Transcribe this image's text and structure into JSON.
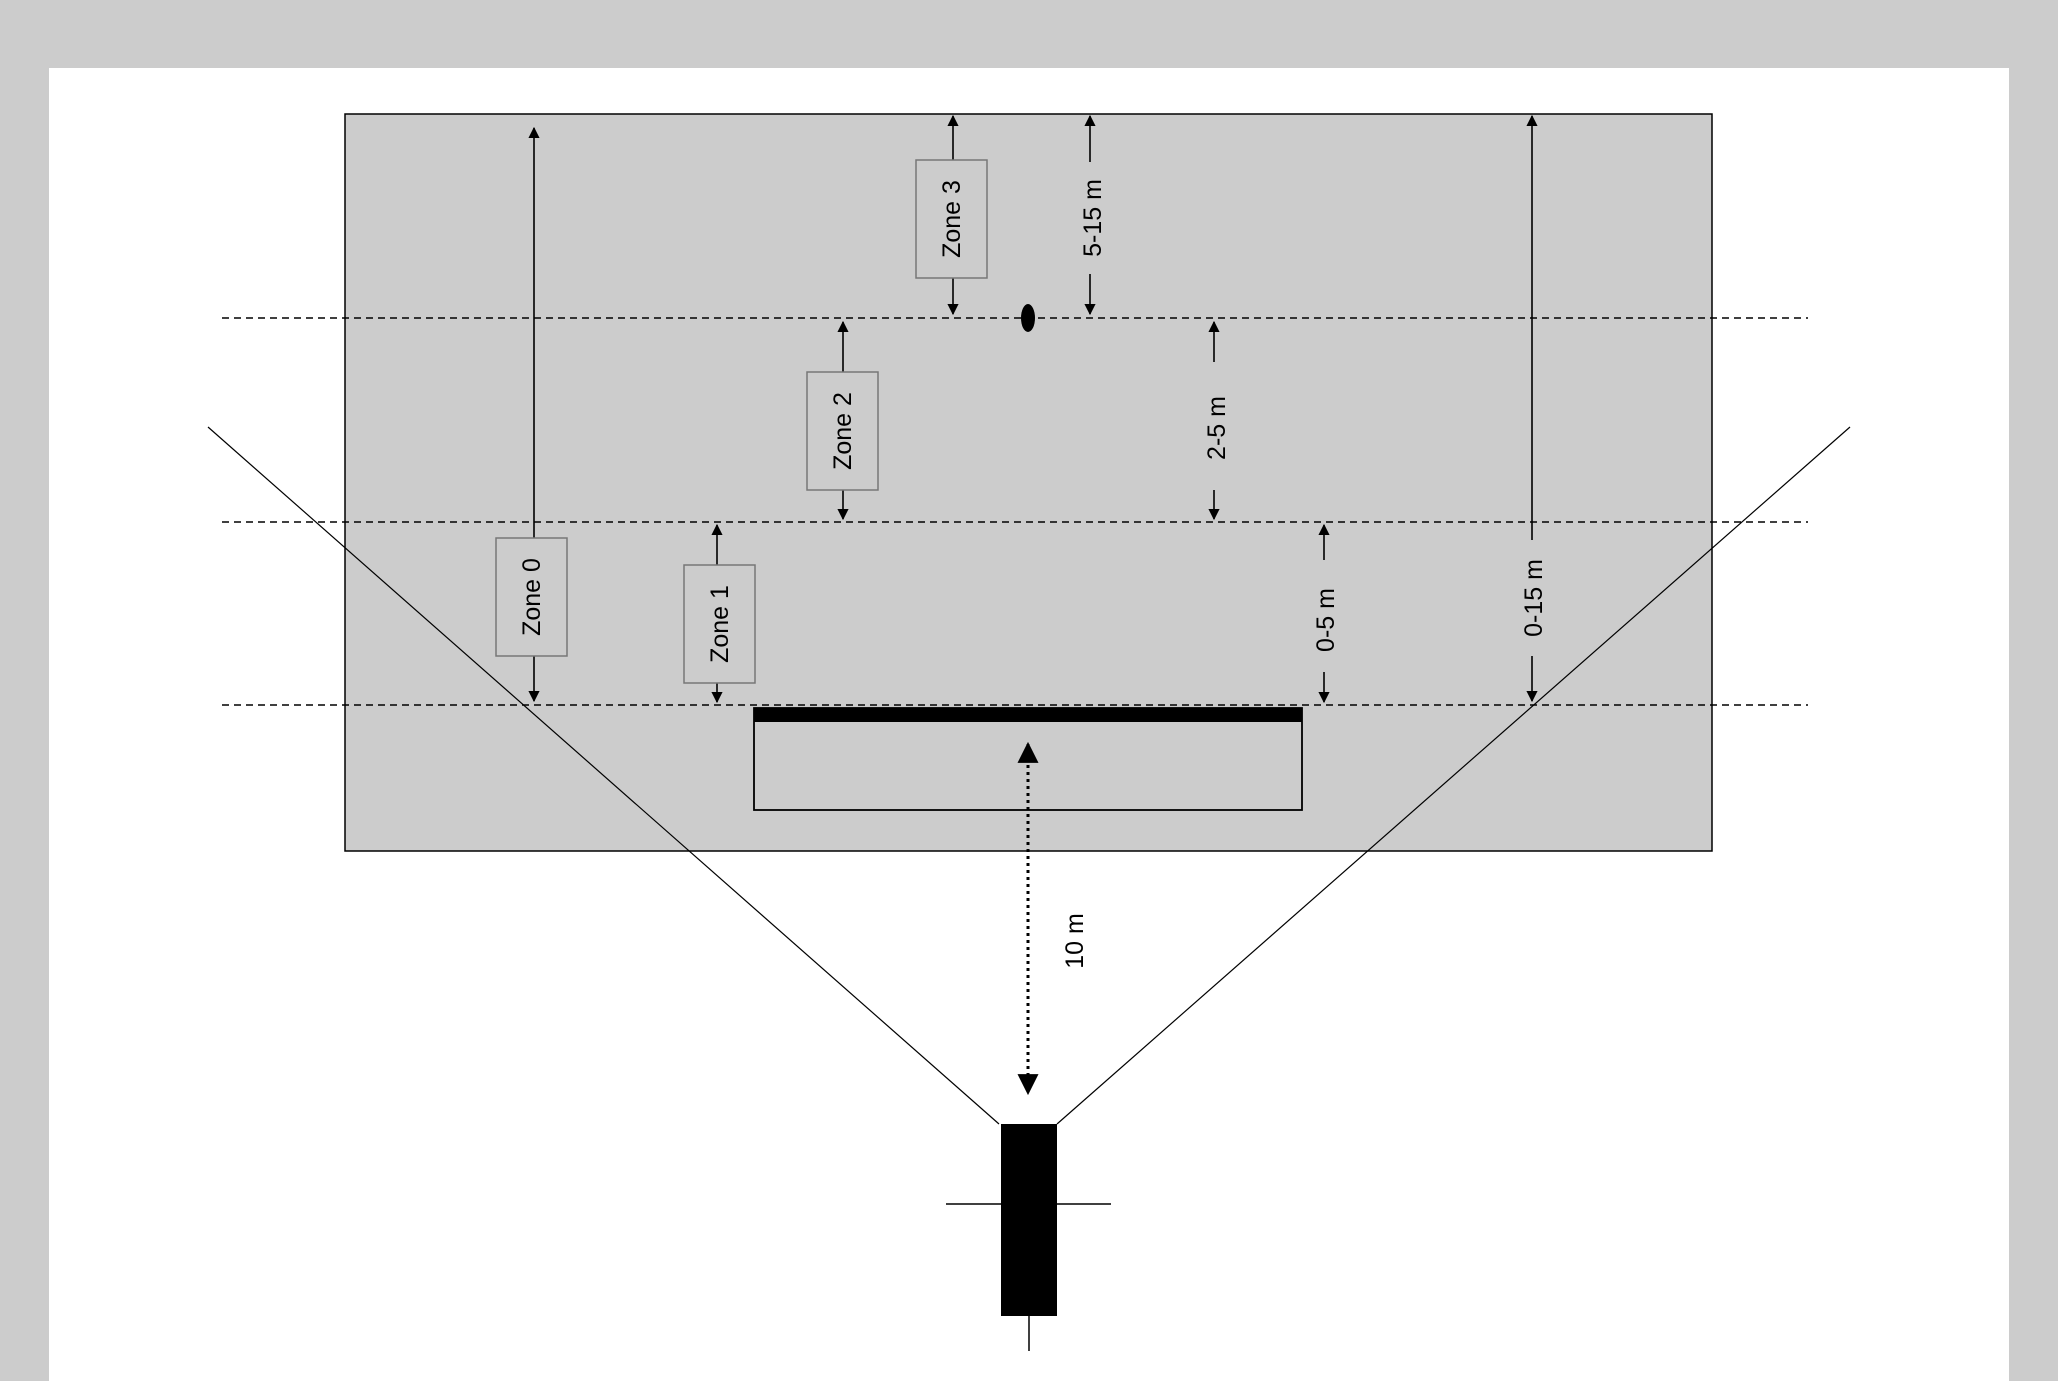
{
  "zones": [
    {
      "id": "zone-0",
      "label": "Zone 0"
    },
    {
      "id": "zone-1",
      "label": "Zone 1"
    },
    {
      "id": "zone-2",
      "label": "Zone 2"
    },
    {
      "id": "zone-3",
      "label": "Zone 3"
    }
  ],
  "distances": {
    "zone3_range": "5-15 m",
    "zone2_range": "2-5 m",
    "zone1_range": "0-5 m",
    "total_range": "0-15 m",
    "camera_distance": "10 m"
  },
  "colors": {
    "frame": "#cccccc",
    "canvas": "#ffffff",
    "field": "#cccccc",
    "ink": "#000000",
    "box_border": "#777777"
  }
}
